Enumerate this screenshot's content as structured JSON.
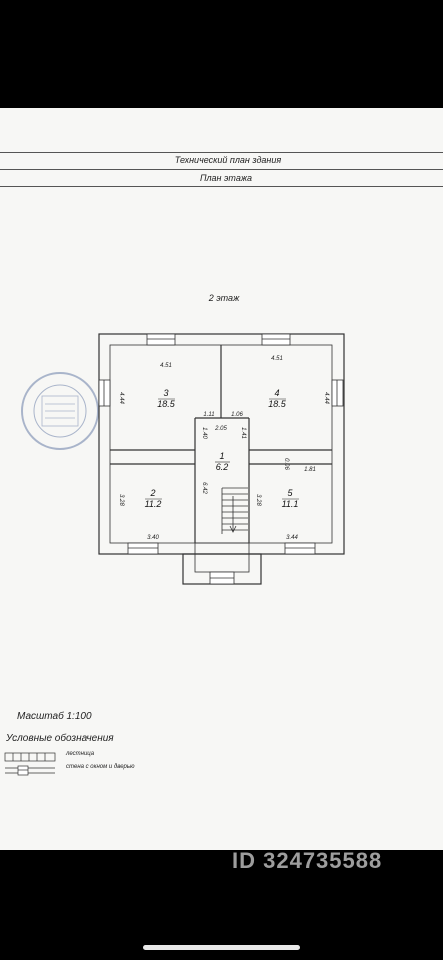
{
  "document": {
    "title": "Технический план здания",
    "subtitle": "План этажа",
    "floor_label": "2 этаж",
    "scale_label": "Масштаб 1:100",
    "legend_title": "Условные обозначения",
    "legend_items": [
      {
        "label": "лестница",
        "symbol": "stairs-symbol"
      },
      {
        "label": "стена с окном и дверью",
        "symbol": "wall-window-door-symbol"
      }
    ]
  },
  "plan": {
    "rooms": [
      {
        "number": "1",
        "area": "6.2"
      },
      {
        "number": "2",
        "area": "11.2"
      },
      {
        "number": "3",
        "area": "18.5"
      },
      {
        "number": "4",
        "area": "18.5"
      },
      {
        "number": "5",
        "area": "11.1"
      }
    ],
    "dimensions": {
      "room3_width": "4.51",
      "room4_width": "4.51",
      "room3_height": "4.44",
      "room4_height": "4.44",
      "door_left": "1.11",
      "door_right": "1.06",
      "hall_width": "2.05",
      "hall_left": "1.40",
      "hall_right": "1.41",
      "stair_length": "6.42",
      "room2_height": "3.28",
      "room5_height": "3.28",
      "room2_width": "3.40",
      "room5_width": "3.44",
      "room5_top": "1.81",
      "room5_offset": "0.06"
    }
  },
  "watermark": "ID 324735588",
  "stamp": "seal-stamp"
}
